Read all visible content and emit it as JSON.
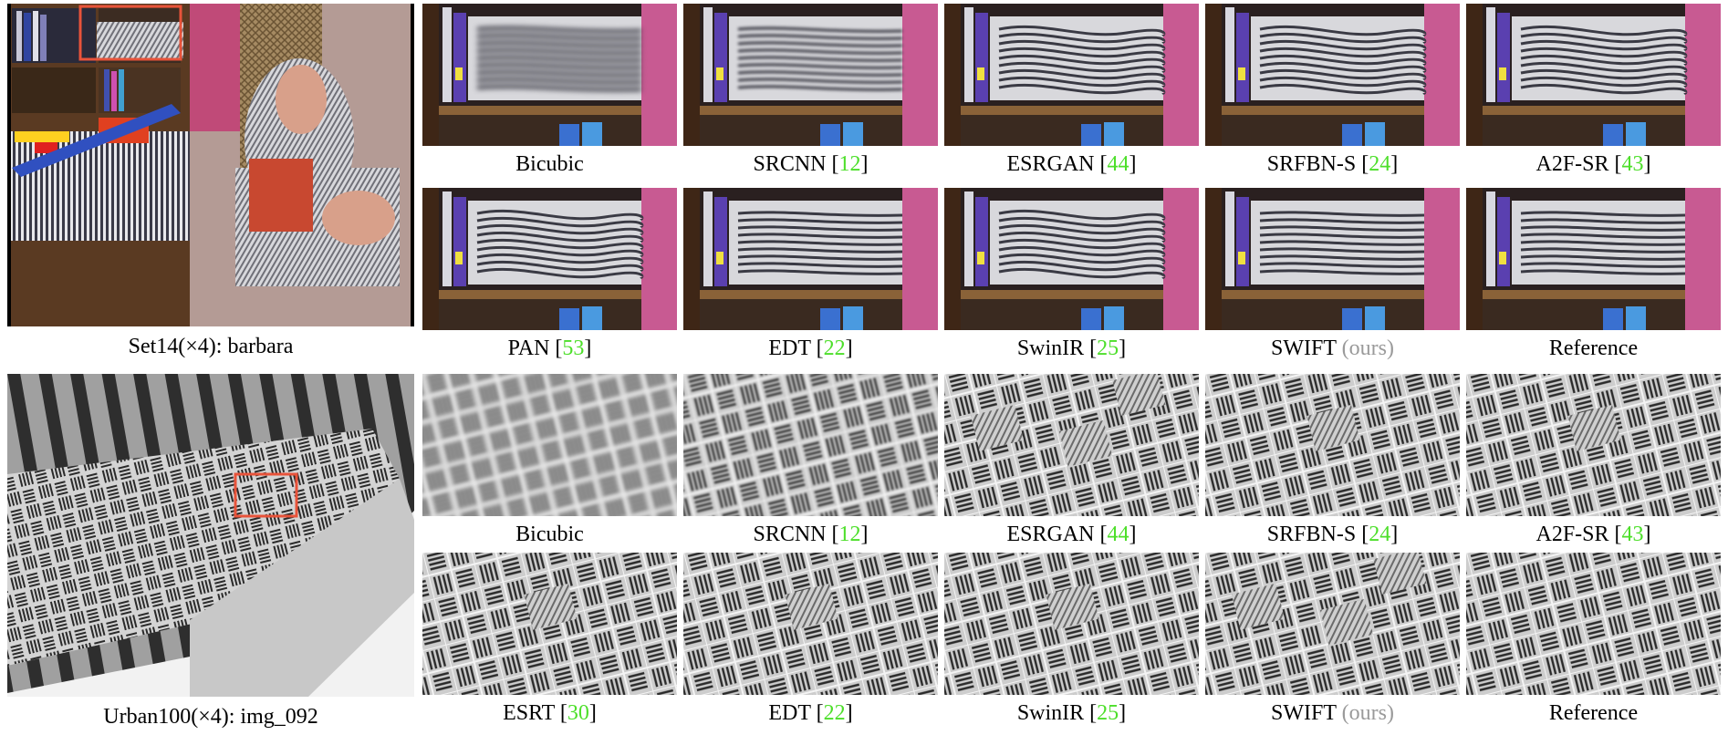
{
  "colors": {
    "citation": "#4ddf2a",
    "ours": "#9a9a9a",
    "highlight_box": "#e8533a"
  },
  "sections": [
    {
      "main_caption": "Set14(×4): barbara",
      "image_type": "barbara",
      "rows": [
        [
          {
            "method": "Bicubic",
            "ref": "",
            "ours": "",
            "quality": "blur"
          },
          {
            "method": "SRCNN ",
            "ref": "12",
            "ours": "",
            "quality": "mid"
          },
          {
            "method": "ESRGAN ",
            "ref": "44",
            "ours": "",
            "quality": "alias"
          },
          {
            "method": "SRFBN-S ",
            "ref": "24",
            "ours": "",
            "quality": "alias"
          },
          {
            "method": "A2F-SR ",
            "ref": "43",
            "ours": "",
            "quality": "alias"
          }
        ],
        [
          {
            "method": "PAN ",
            "ref": "53",
            "ours": "",
            "quality": "alias"
          },
          {
            "method": "EDT ",
            "ref": "22",
            "ours": "",
            "quality": "sharp"
          },
          {
            "method": "SwinIR ",
            "ref": "25",
            "ours": "",
            "quality": "alias"
          },
          {
            "method": "SWIFT ",
            "ref": "",
            "ours": "(ours)",
            "quality": "sharp"
          },
          {
            "method": "Reference",
            "ref": "",
            "ours": "",
            "quality": "sharp"
          }
        ]
      ]
    },
    {
      "main_caption": "Urban100(×4): img_092",
      "image_type": "building",
      "rows": [
        [
          {
            "method": "Bicubic",
            "ref": "",
            "ours": "",
            "quality": "blur"
          },
          {
            "method": "SRCNN ",
            "ref": "12",
            "ours": "",
            "quality": "mid"
          },
          {
            "method": "ESRGAN ",
            "ref": "44",
            "ours": "",
            "quality": "artifact"
          },
          {
            "method": "SRFBN-S ",
            "ref": "24",
            "ours": "",
            "quality": "mixed"
          },
          {
            "method": "A2F-SR ",
            "ref": "43",
            "ours": "",
            "quality": "mixed"
          }
        ],
        [
          {
            "method": "ESRT ",
            "ref": "30",
            "ours": "",
            "quality": "mixed"
          },
          {
            "method": "EDT ",
            "ref": "22",
            "ours": "",
            "quality": "mixed"
          },
          {
            "method": "SwinIR ",
            "ref": "25",
            "ours": "",
            "quality": "mixed"
          },
          {
            "method": "SWIFT ",
            "ref": "",
            "ours": "(ours)",
            "quality": "artifact"
          },
          {
            "method": "Reference",
            "ref": "",
            "ours": "",
            "quality": "sharp"
          }
        ]
      ]
    }
  ]
}
